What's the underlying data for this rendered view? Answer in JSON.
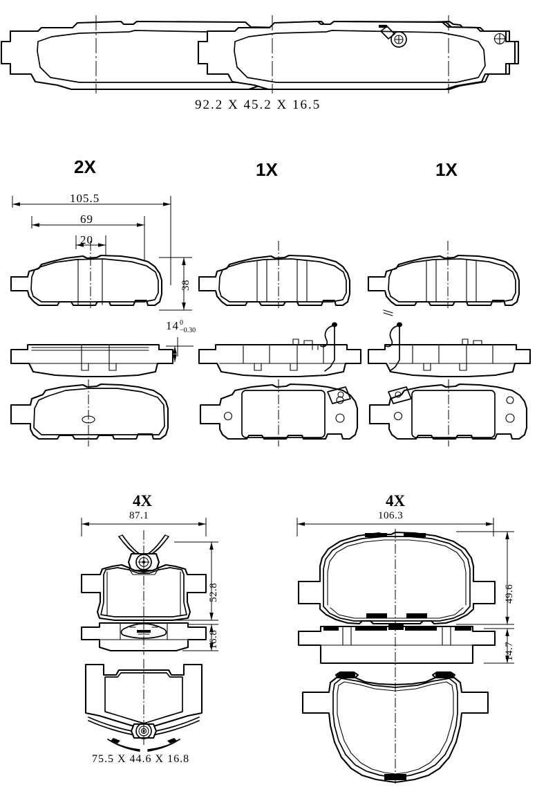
{
  "document": {
    "type": "technical-drawing",
    "subject": "Brake pad set dimensional drawing",
    "background_color": "#ffffff",
    "line_color": "#000000"
  },
  "groups": {
    "top": {
      "quantities": [
        {
          "label": "2X"
        },
        {
          "label": "1X"
        },
        {
          "label": "1X"
        }
      ],
      "size_label": "92.2 X 45.2 X 16.5"
    },
    "middle": {
      "dimensions": {
        "overall_width": "105.5",
        "inner_width": "69",
        "notch_width": "20",
        "height": "38",
        "thickness": "14",
        "thickness_tol_upper": "0",
        "thickness_tol_lower": "0.30"
      }
    },
    "bottom_left": {
      "quantity": "4X",
      "dimensions": {
        "width": "87.1",
        "height": "52.8",
        "thickness": "16.8"
      },
      "size_label": "75.5 X 44.6 X 16.8"
    },
    "bottom_right": {
      "quantity": "4X",
      "dimensions": {
        "width": "106.3",
        "height": "49.6",
        "thickness": "14.7"
      }
    }
  }
}
